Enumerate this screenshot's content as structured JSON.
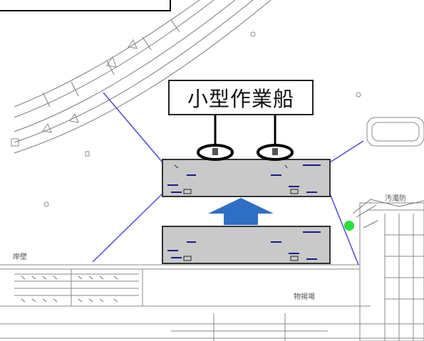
{
  "labels": {
    "boats": "小型作業船",
    "left_wharf": "岸壁",
    "right_facility": "汚濁防",
    "bottom_area": "物揚場"
  }
}
